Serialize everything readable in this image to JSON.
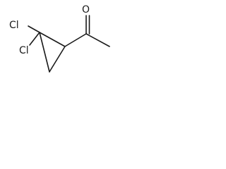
{
  "atoms": {
    "cl_upper": "Cl",
    "cl_lower": "Cl",
    "oxygen": "O"
  },
  "colors": {
    "bond": "#1a1a1a",
    "background": "#ffffff"
  }
}
